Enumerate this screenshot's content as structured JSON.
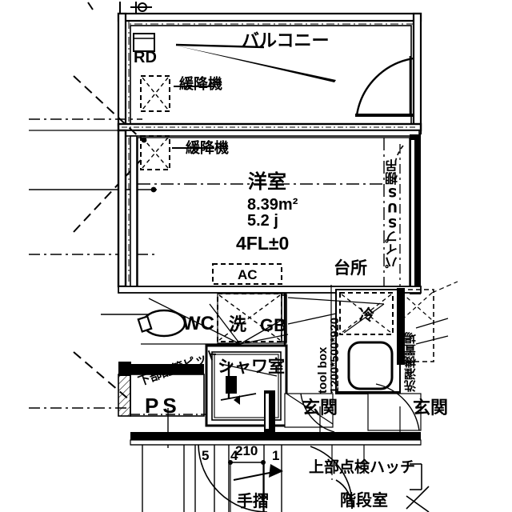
{
  "drawing": {
    "type": "architectural-floor-plan",
    "title_room": "洋室",
    "floor_note": "4FL±0",
    "area_sqm": "8.39m²",
    "area_jo": "5.2 j"
  },
  "labels": {
    "balcony": "バルコニー",
    "rd": "RD",
    "descent_device_1": "緩降機",
    "descent_device_2": "緩降機",
    "room_name": "洋室",
    "room_area_sqm": "8.39m²",
    "room_area_jo": "5.2 j",
    "room_level": "4FL±0",
    "ac": "AC",
    "wc": "WC",
    "wash": "洗",
    "gb": "GB",
    "kitchen": "台所",
    "fridge": "冷",
    "tool_box": "tool box",
    "tool_box_dims": "1200*500*920",
    "pipe_shelf": "パイプSUS棚吊",
    "laundry": "洗濯機置場",
    "shower_room": "シャワ室",
    "lower_pipe_pit": "下部配管ピット",
    "ps": "PS",
    "entrance_left": "玄関",
    "entrance_right": "玄関",
    "inspection_hatch": "上部点検ハッチ",
    "stairwell": "階段室",
    "handrail": "手摺"
  },
  "dimensions": {
    "bottom_ticks": [
      "5",
      "4",
      "210",
      "1"
    ],
    "bottom_span_value": "210"
  },
  "colors": {
    "line": "#000000",
    "background": "#ffffff",
    "wall_fill": "#000000"
  }
}
